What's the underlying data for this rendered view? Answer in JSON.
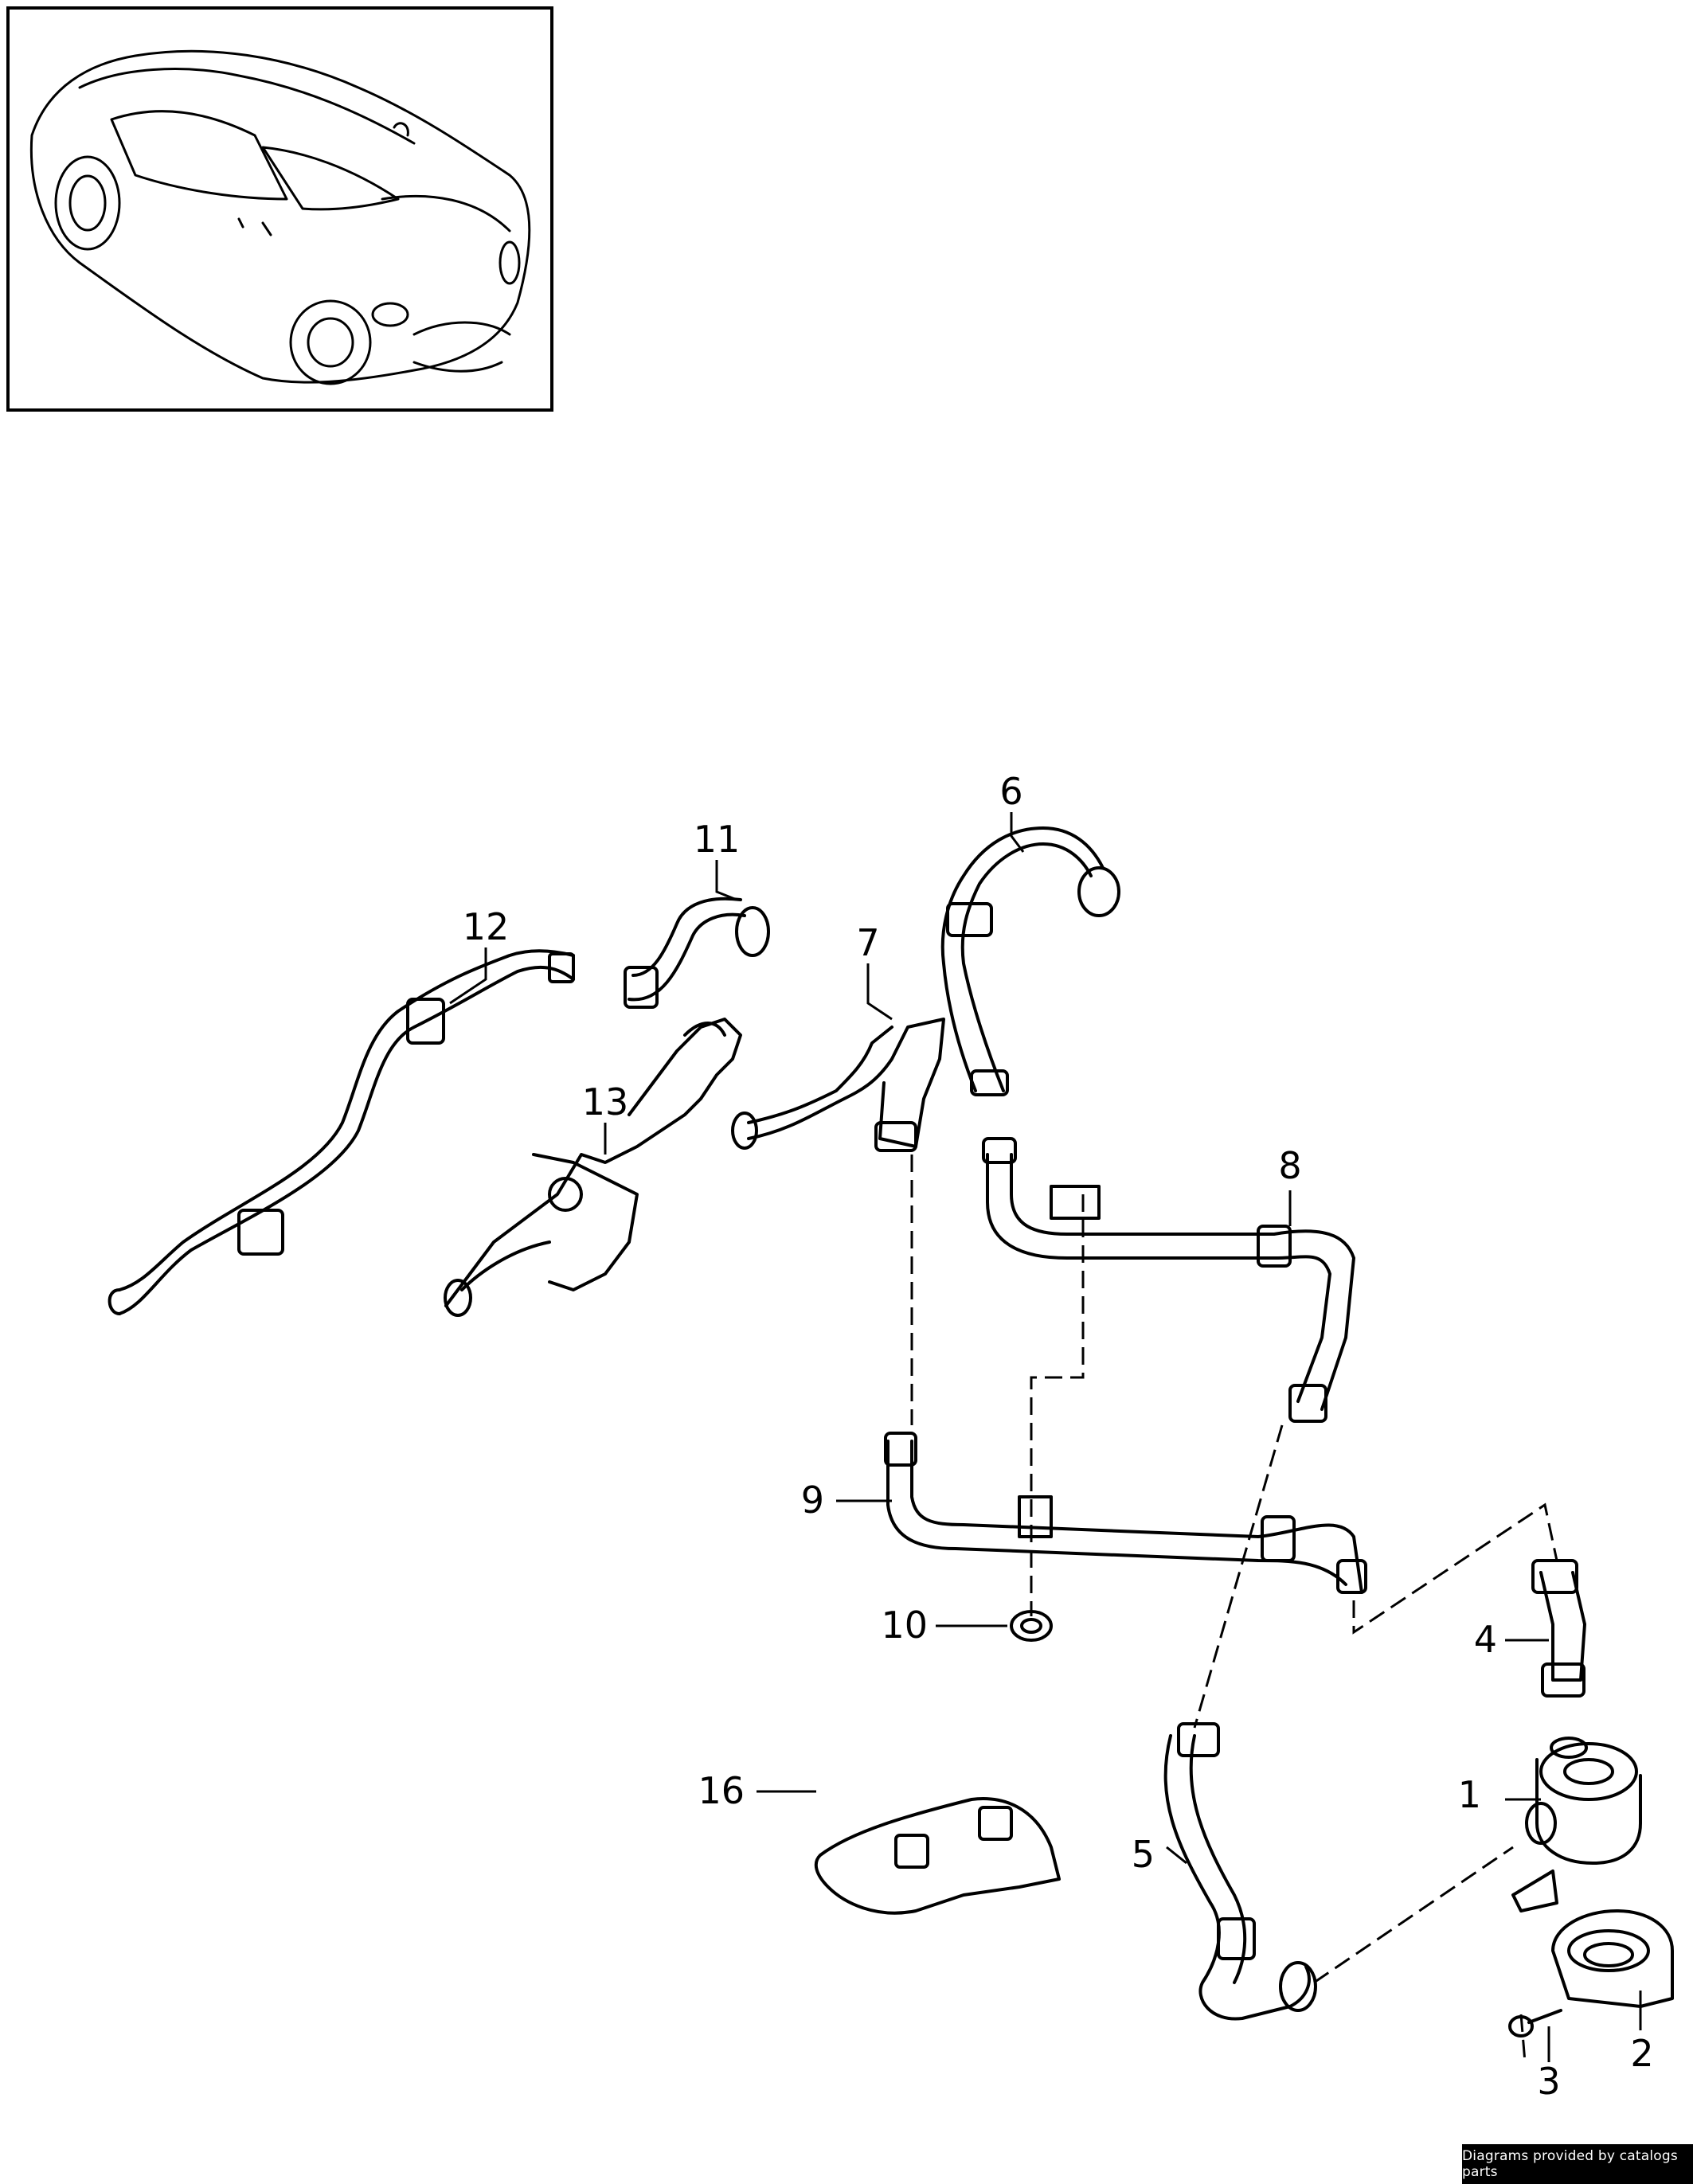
{
  "inset": {
    "image": "car-thumbnail"
  },
  "callouts": [
    {
      "id": "1",
      "label": "1"
    },
    {
      "id": "2",
      "label": "2"
    },
    {
      "id": "3",
      "label": "3"
    },
    {
      "id": "4",
      "label": "4"
    },
    {
      "id": "5",
      "label": "5"
    },
    {
      "id": "6",
      "label": "6"
    },
    {
      "id": "7",
      "label": "7"
    },
    {
      "id": "8",
      "label": "8"
    },
    {
      "id": "9",
      "label": "9"
    },
    {
      "id": "10",
      "label": "10"
    },
    {
      "id": "11",
      "label": "11"
    },
    {
      "id": "12",
      "label": "12"
    },
    {
      "id": "13",
      "label": "13"
    },
    {
      "id": "16",
      "label": "16"
    }
  ],
  "credit": "Diagrams provided by catalogs parts",
  "colors": {
    "line": "#000000",
    "background": "#ffffff",
    "credit_bg": "#000000",
    "credit_text": "#ffffff"
  }
}
